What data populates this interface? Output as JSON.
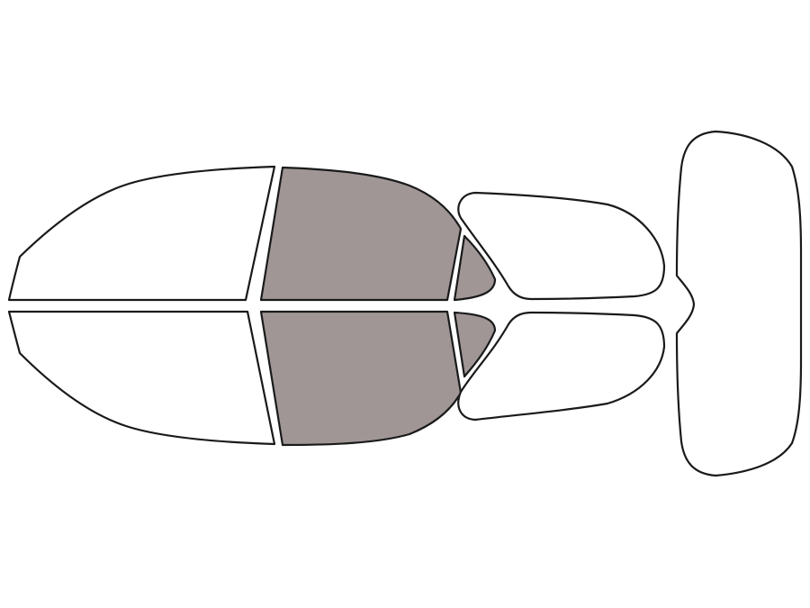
{
  "colors": {
    "background": "#ffffff",
    "outline": "#1a1a1a",
    "clear": "#ffffff",
    "tinted": "#a09696"
  },
  "panes": [
    {
      "id": "windshield-upper",
      "tinted": false
    },
    {
      "id": "windshield-lower",
      "tinted": false
    },
    {
      "id": "front-door-window-upper",
      "tinted": true
    },
    {
      "id": "front-door-window-lower",
      "tinted": true
    },
    {
      "id": "front-vent-window-upper",
      "tinted": true
    },
    {
      "id": "front-vent-window-lower",
      "tinted": true
    },
    {
      "id": "rear-door-window-upper",
      "tinted": false
    },
    {
      "id": "rear-door-window-lower",
      "tinted": false
    },
    {
      "id": "rear-window",
      "tinted": false
    }
  ]
}
